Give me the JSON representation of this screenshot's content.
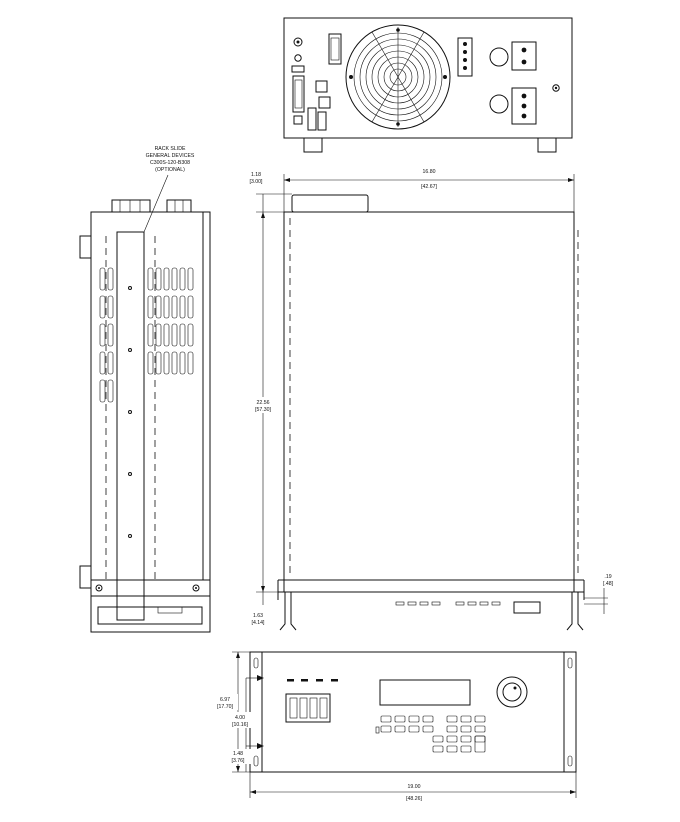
{
  "callout": {
    "line1": "RACK SLIDE",
    "line2": "GENERAL DEVICES",
    "line3": "C300S-120-B308",
    "line4": "(OPTIONAL)"
  },
  "dimensions": {
    "depth_in": "16.80",
    "depth_mm": "[42.67]",
    "top_in": "1.18",
    "top_mm": "[3.00]",
    "length_in": "22.56",
    "length_mm": "[57.30]",
    "foot_in": "1.63",
    "foot_mm": "[4.14]",
    "flange_in": ".19",
    "flange_mm": "[.48]",
    "height_in": "6.97",
    "height_mm": "[17.70]",
    "mount_in": "4.00",
    "mount_mm": "[10.16]",
    "base_in": "1.48",
    "base_mm": "[3.76]",
    "width_in": "19.00",
    "width_mm": "[48.26]"
  }
}
